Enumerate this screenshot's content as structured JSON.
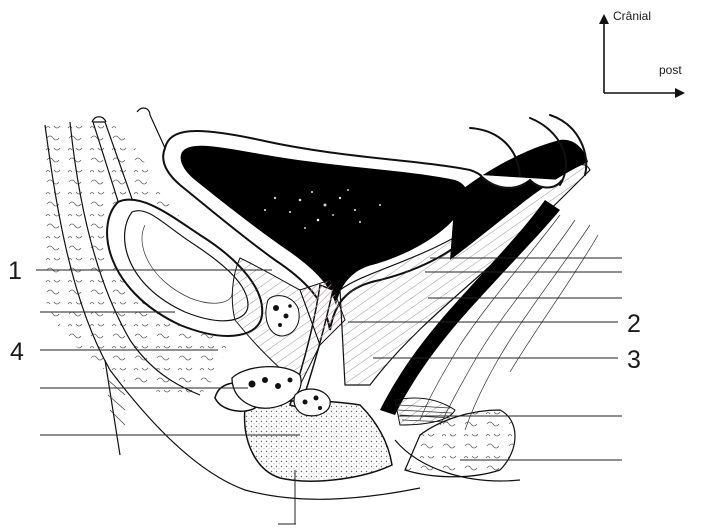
{
  "orientation": {
    "cranial_label": "Crânial",
    "posterior_label": "post"
  },
  "labels": {
    "label_1": "1",
    "label_2": "2",
    "label_3": "3",
    "label_4": "4"
  },
  "colors": {
    "ink": "#111111",
    "lumen": "#000000",
    "background": "#ffffff",
    "hatch_pink": "#c99aa6"
  }
}
